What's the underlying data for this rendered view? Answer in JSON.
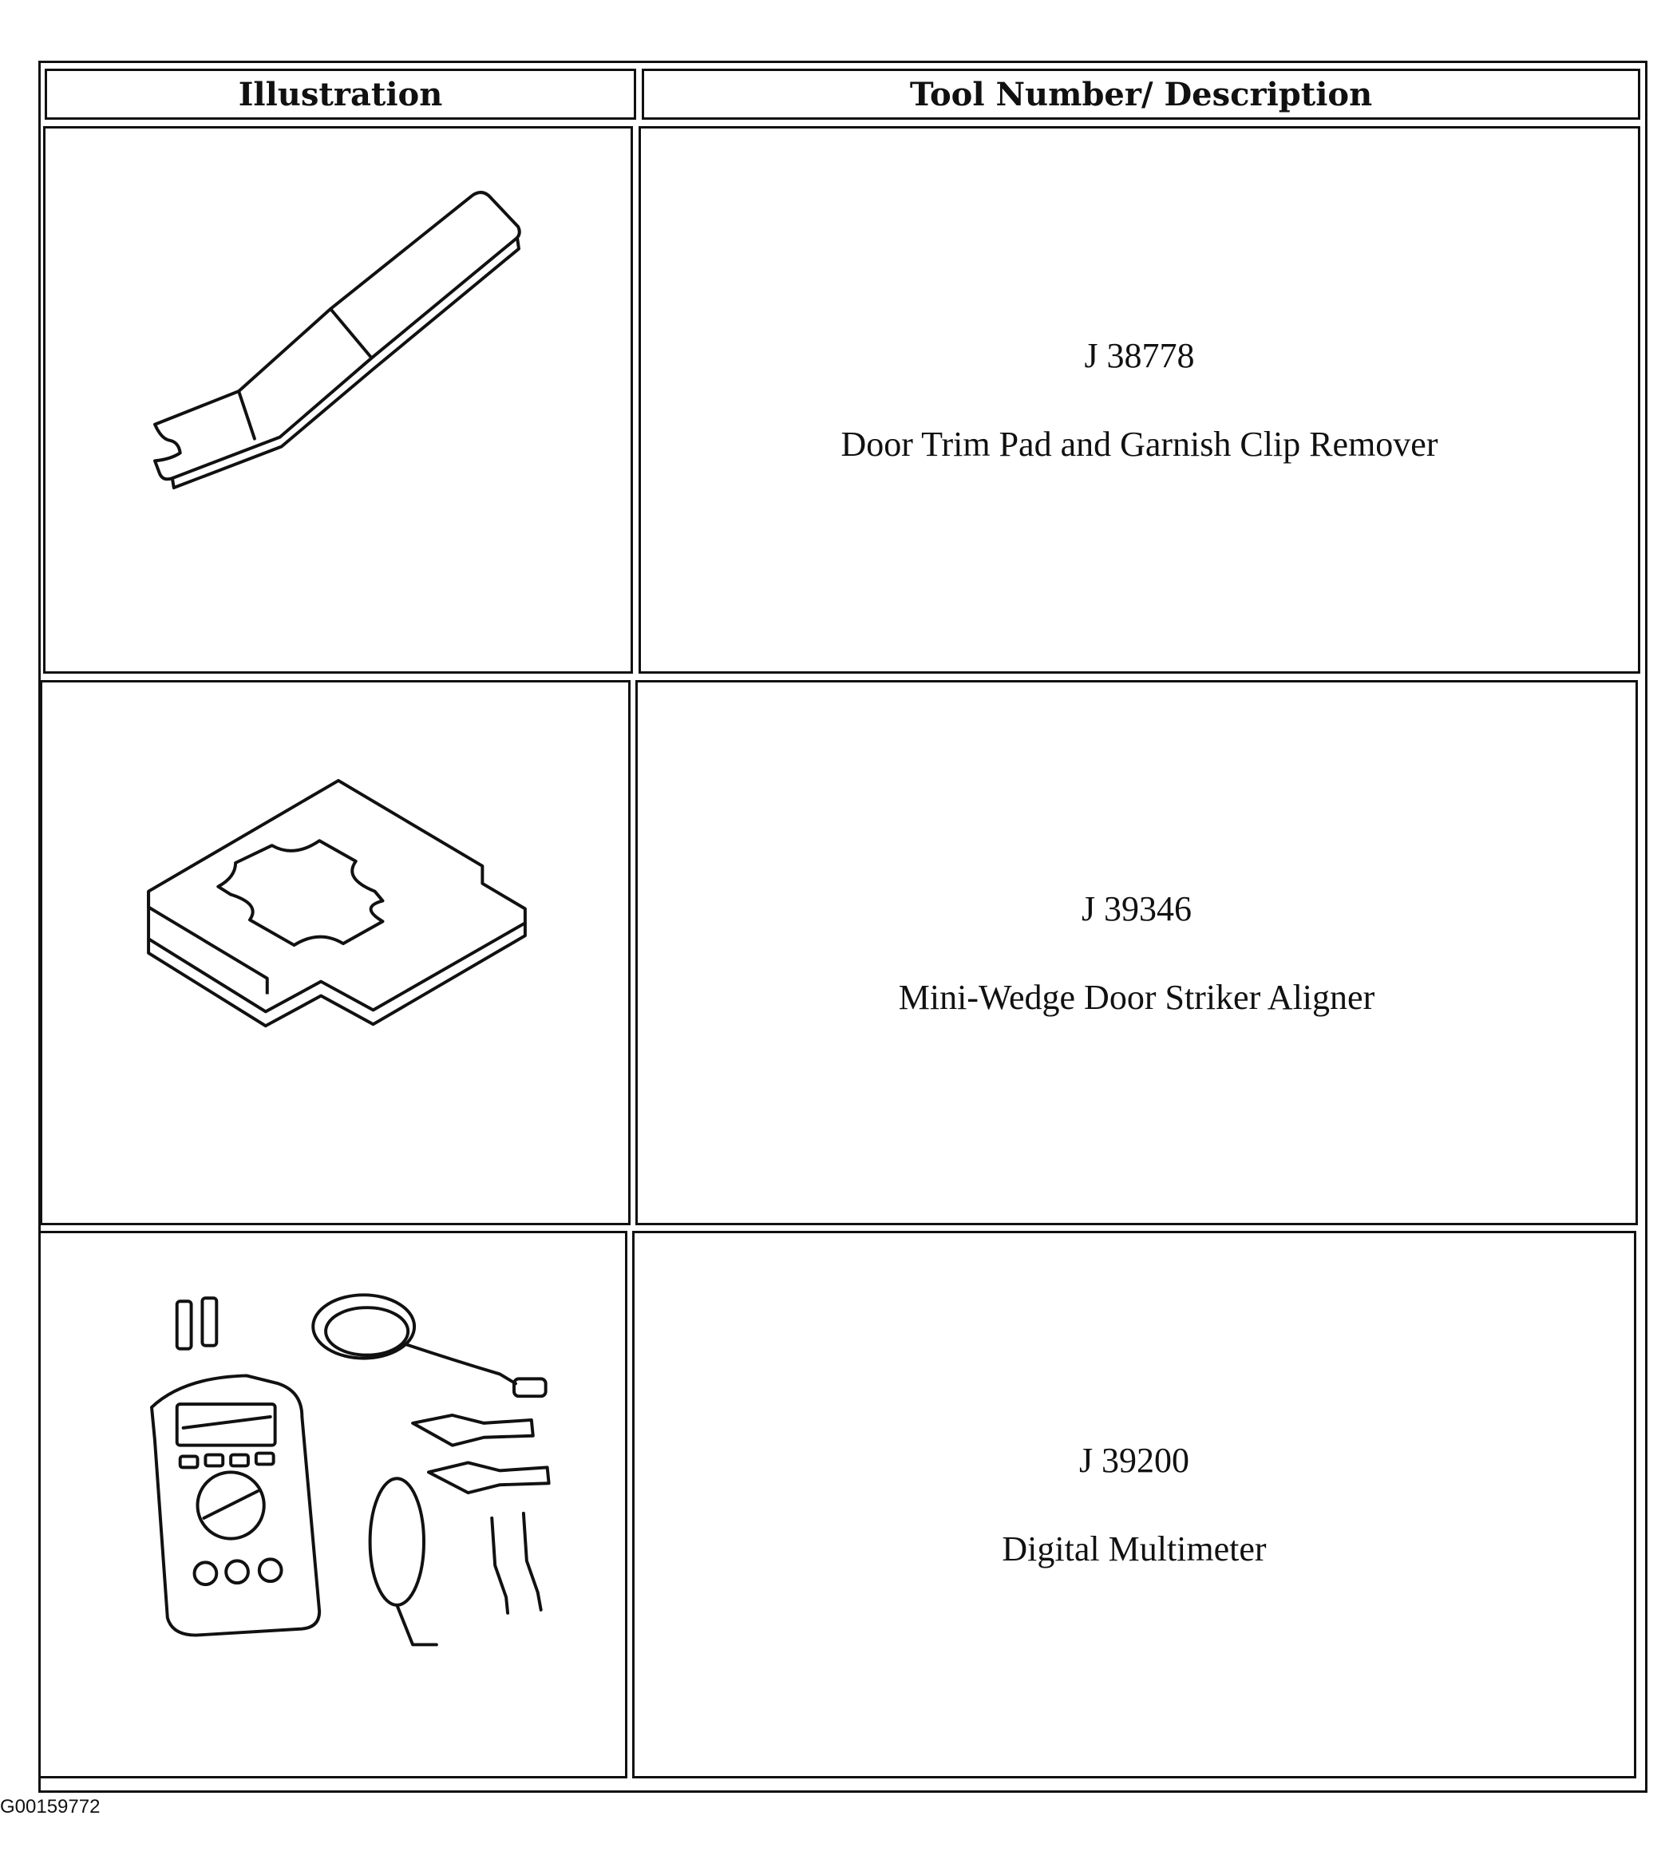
{
  "table": {
    "headers": {
      "illustration": "Illustration",
      "description": "Tool Number/ Description"
    },
    "rows": [
      {
        "tool_number": "J 38778",
        "description": "Door Trim Pad and Garnish Clip Remover",
        "icon": "clip-remover-tool-icon"
      },
      {
        "tool_number": "J 39346",
        "description": "Mini-Wedge Door Striker Aligner",
        "icon": "striker-aligner-tool-icon"
      },
      {
        "tool_number": "J 39200",
        "description": "Digital Multimeter",
        "icon": "digital-multimeter-icon"
      }
    ]
  },
  "figure_id": "G00159772"
}
